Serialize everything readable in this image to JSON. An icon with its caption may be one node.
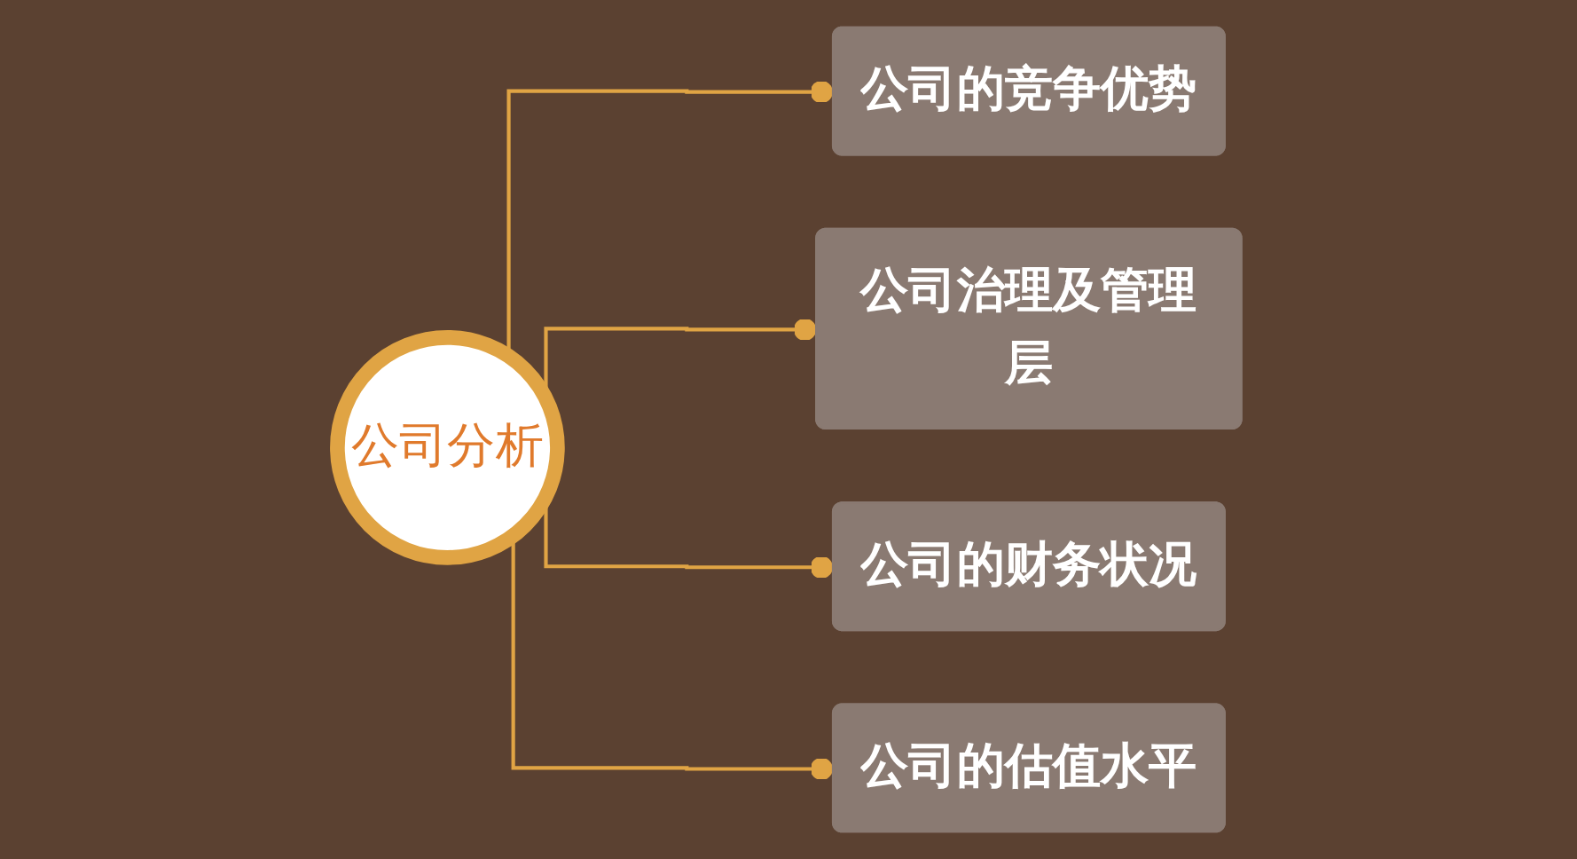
{
  "diagram": {
    "nodes": [
      {
        "text": [
          "公司分析"
        ]
      },
      {
        "text": [
          "公司的竞争优势"
        ]
      },
      {
        "text": [
          "公司治理及管理层"
        ]
      },
      {
        "text": [
          "公司的财务状况"
        ]
      },
      {
        "text": [
          "公司的估值水平"
        ]
      }
    ],
    "edges": [
      {
        "from": 0,
        "to": 1,
        "arrow": "other"
      },
      {
        "from": 0,
        "to": 2,
        "arrow": "other"
      },
      {
        "from": 0,
        "to": 3,
        "arrow": "other"
      },
      {
        "from": 0,
        "to": 4,
        "arrow": "other"
      }
    ]
  }
}
